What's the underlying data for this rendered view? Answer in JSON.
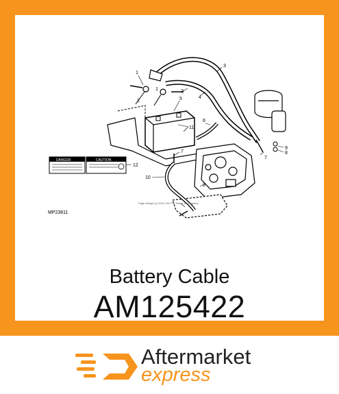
{
  "diagram": {
    "callouts": [
      "1",
      "1",
      "2",
      "2",
      "3",
      "4",
      "5",
      "6",
      "7",
      "7",
      "8",
      "9",
      "10",
      "11",
      "12",
      "8"
    ],
    "figure_id": "MP23811",
    "copyright": "Page design (c) 2001-2017 by Deere & Company",
    "caution_left": "DANGER",
    "caution_right": "CAUTION"
  },
  "product": {
    "name": "Battery Cable",
    "part_number": "AM125422"
  },
  "brand": {
    "line1": "Aftermarket",
    "line2": "express",
    "accent": "#f7941d"
  }
}
